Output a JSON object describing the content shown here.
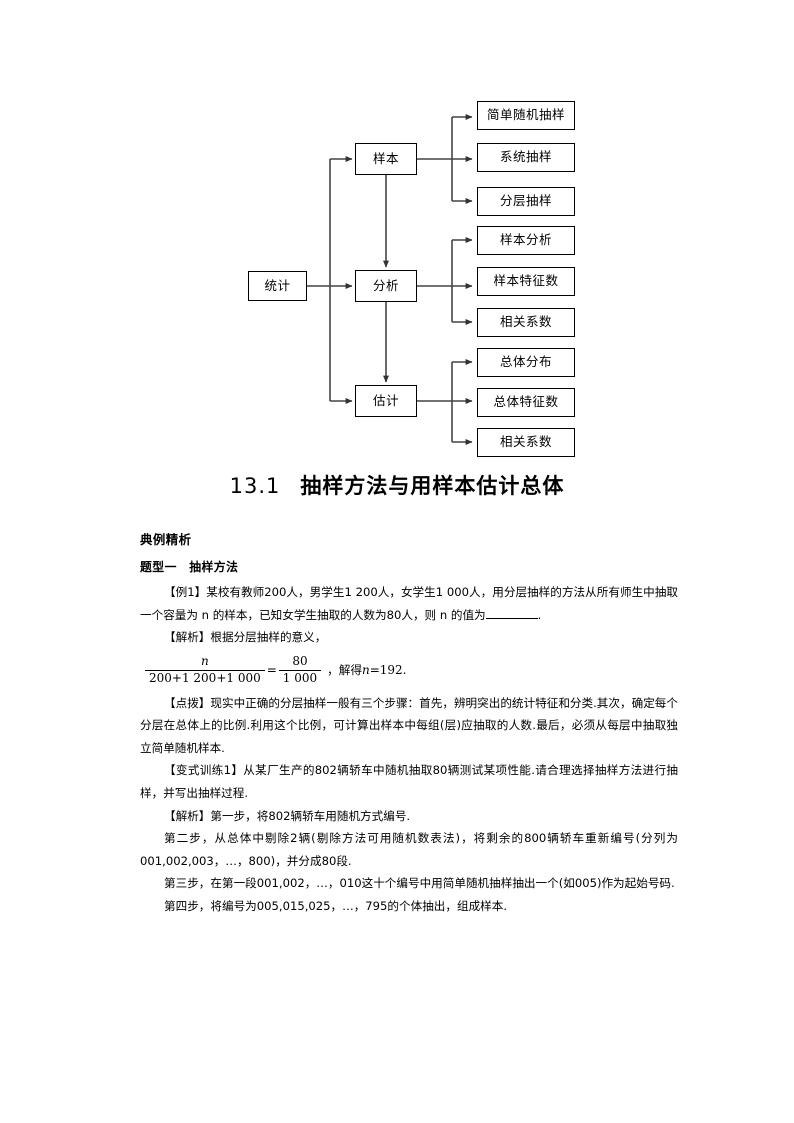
{
  "flowchart": {
    "root": {
      "label": "统计"
    },
    "level1": [
      {
        "label": "样本"
      },
      {
        "label": "分析"
      },
      {
        "label": "估计"
      }
    ],
    "group_sample": [
      {
        "label": "简单随机抽样"
      },
      {
        "label": "系统抽样"
      },
      {
        "label": "分层抽样"
      }
    ],
    "group_analysis": [
      {
        "label": "样本分析"
      },
      {
        "label": "样本特征数"
      },
      {
        "label": "相关系数"
      }
    ],
    "group_estimate": [
      {
        "label": "总体分布"
      },
      {
        "label": "总体特征数"
      },
      {
        "label": "相关系数"
      }
    ]
  },
  "title": {
    "number": "13.1",
    "text": "抽样方法与用样本估计总体"
  },
  "content": {
    "section_heading": "典例精析",
    "sub_heading": "题型一　抽样方法",
    "example1": "【例1】某校有教师200人，男学生1 200人，女学生1 000人，用分层抽样的方法从所有师生中抽取一个容量为 n 的样本，已知女学生抽取的人数为80人，则 n 的值为",
    "example1_end": ".",
    "analysis1_label": "【解析】",
    "analysis1_text": "根据分层抽样的意义，",
    "formula": {
      "numerator_left": "n",
      "denominator_left": "200+1 200+1 000",
      "equals": "=",
      "numerator_right": "80",
      "denominator_right": "1 000",
      "tail_prefix": "，解得",
      "tail_var": "n",
      "tail_value": "=192."
    },
    "tip1": "【点拨】现实中正确的分层抽样一般有三个步骤：首先，辨明突出的统计特征和分类.其次，确定每个分层在总体上的比例.利用这个比例，可计算出样本中每组(层)应抽取的人数.最后，必须从每层中抽取独立简单随机样本.",
    "exercise1": "【变式训练1】从某厂生产的802辆轿车中随机抽取80辆测试某项性能.请合理选择抽样方法进行抽样，并写出抽样过程.",
    "solution_step1": "【解析】第一步，将802辆轿车用随机方式编号.",
    "solution_step2": "第二步，从总体中剔除2辆(剔除方法可用随机数表法)，将剩余的800辆轿车重新编号(分列为001,002,003，…，800)，并分成80段.",
    "solution_step3": "第三步，在第一段001,002，…，010这十个编号中用简单随机抽样抽出一个(如005)作为起始号码.",
    "solution_step4": "第四步，将编号为005,015,025，…，795的个体抽出，组成样本."
  },
  "colors": {
    "ink": "#000000",
    "paper": "#ffffff",
    "connector": "#404040"
  }
}
